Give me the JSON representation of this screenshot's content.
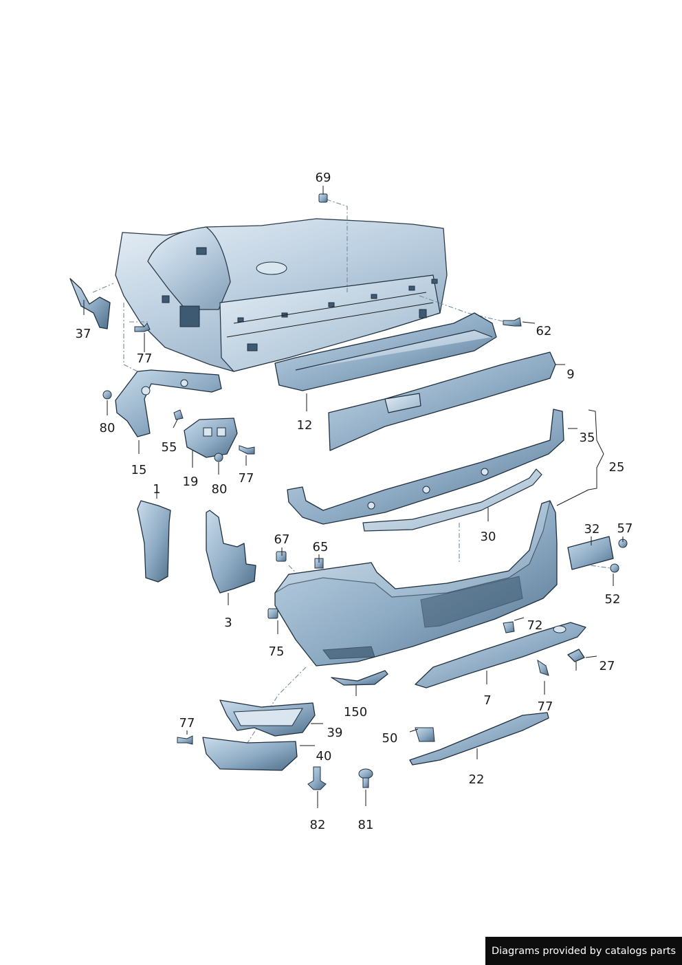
{
  "diagram": {
    "callouts": [
      {
        "id": "69",
        "text": "69"
      },
      {
        "id": "37",
        "text": "37"
      },
      {
        "id": "77a",
        "text": "77"
      },
      {
        "id": "62",
        "text": "62"
      },
      {
        "id": "9",
        "text": "9"
      },
      {
        "id": "80a",
        "text": "80"
      },
      {
        "id": "12",
        "text": "12"
      },
      {
        "id": "35",
        "text": "35"
      },
      {
        "id": "55",
        "text": "55"
      },
      {
        "id": "15",
        "text": "15"
      },
      {
        "id": "19",
        "text": "19"
      },
      {
        "id": "80b",
        "text": "80"
      },
      {
        "id": "77b",
        "text": "77"
      },
      {
        "id": "25",
        "text": "25"
      },
      {
        "id": "1",
        "text": "1"
      },
      {
        "id": "30",
        "text": "30"
      },
      {
        "id": "67",
        "text": "67"
      },
      {
        "id": "65",
        "text": "65"
      },
      {
        "id": "32",
        "text": "32"
      },
      {
        "id": "57",
        "text": "57"
      },
      {
        "id": "3",
        "text": "3"
      },
      {
        "id": "52",
        "text": "52"
      },
      {
        "id": "75",
        "text": "75"
      },
      {
        "id": "72",
        "text": "72"
      },
      {
        "id": "27",
        "text": "27"
      },
      {
        "id": "7",
        "text": "7"
      },
      {
        "id": "150",
        "text": "150"
      },
      {
        "id": "77c",
        "text": "77"
      },
      {
        "id": "77d",
        "text": "77"
      },
      {
        "id": "39",
        "text": "39"
      },
      {
        "id": "50",
        "text": "50"
      },
      {
        "id": "40",
        "text": "40"
      },
      {
        "id": "22",
        "text": "22"
      },
      {
        "id": "82",
        "text": "82"
      },
      {
        "id": "81",
        "text": "81"
      }
    ]
  },
  "footer": {
    "text": "Diagrams provided by catalogs parts"
  },
  "colors": {
    "part_light": "#c9dceb",
    "part_mid": "#7f9fb9",
    "part_dark": "#4f6f8a",
    "outline": "#1f2f3f"
  }
}
